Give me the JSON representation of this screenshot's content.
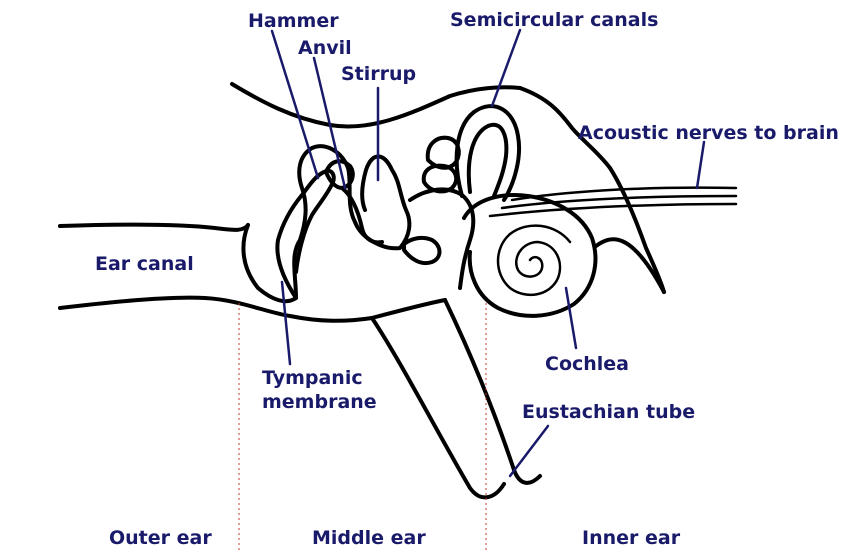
{
  "colors": {
    "label": "#1a1a6b",
    "leader": "#1a1a6b",
    "divider": "#c0392b",
    "outline": "#000000",
    "background": "#ffffff"
  },
  "labels": {
    "hammer": "Hammer",
    "anvil": "Anvil",
    "stirrup": "Stirrup",
    "semicircular_canals": "Semicircular canals",
    "acoustic_nerves": "Acoustic nerves to brain",
    "ear_canal": "Ear canal",
    "tympanic_line1": "Tympanic",
    "tympanic_line2": "membrane",
    "cochlea": "Cochlea",
    "eustachian_tube": "Eustachian tube"
  },
  "regions": {
    "outer": "Outer ear",
    "middle": "Middle ear",
    "inner": "Inner ear"
  }
}
